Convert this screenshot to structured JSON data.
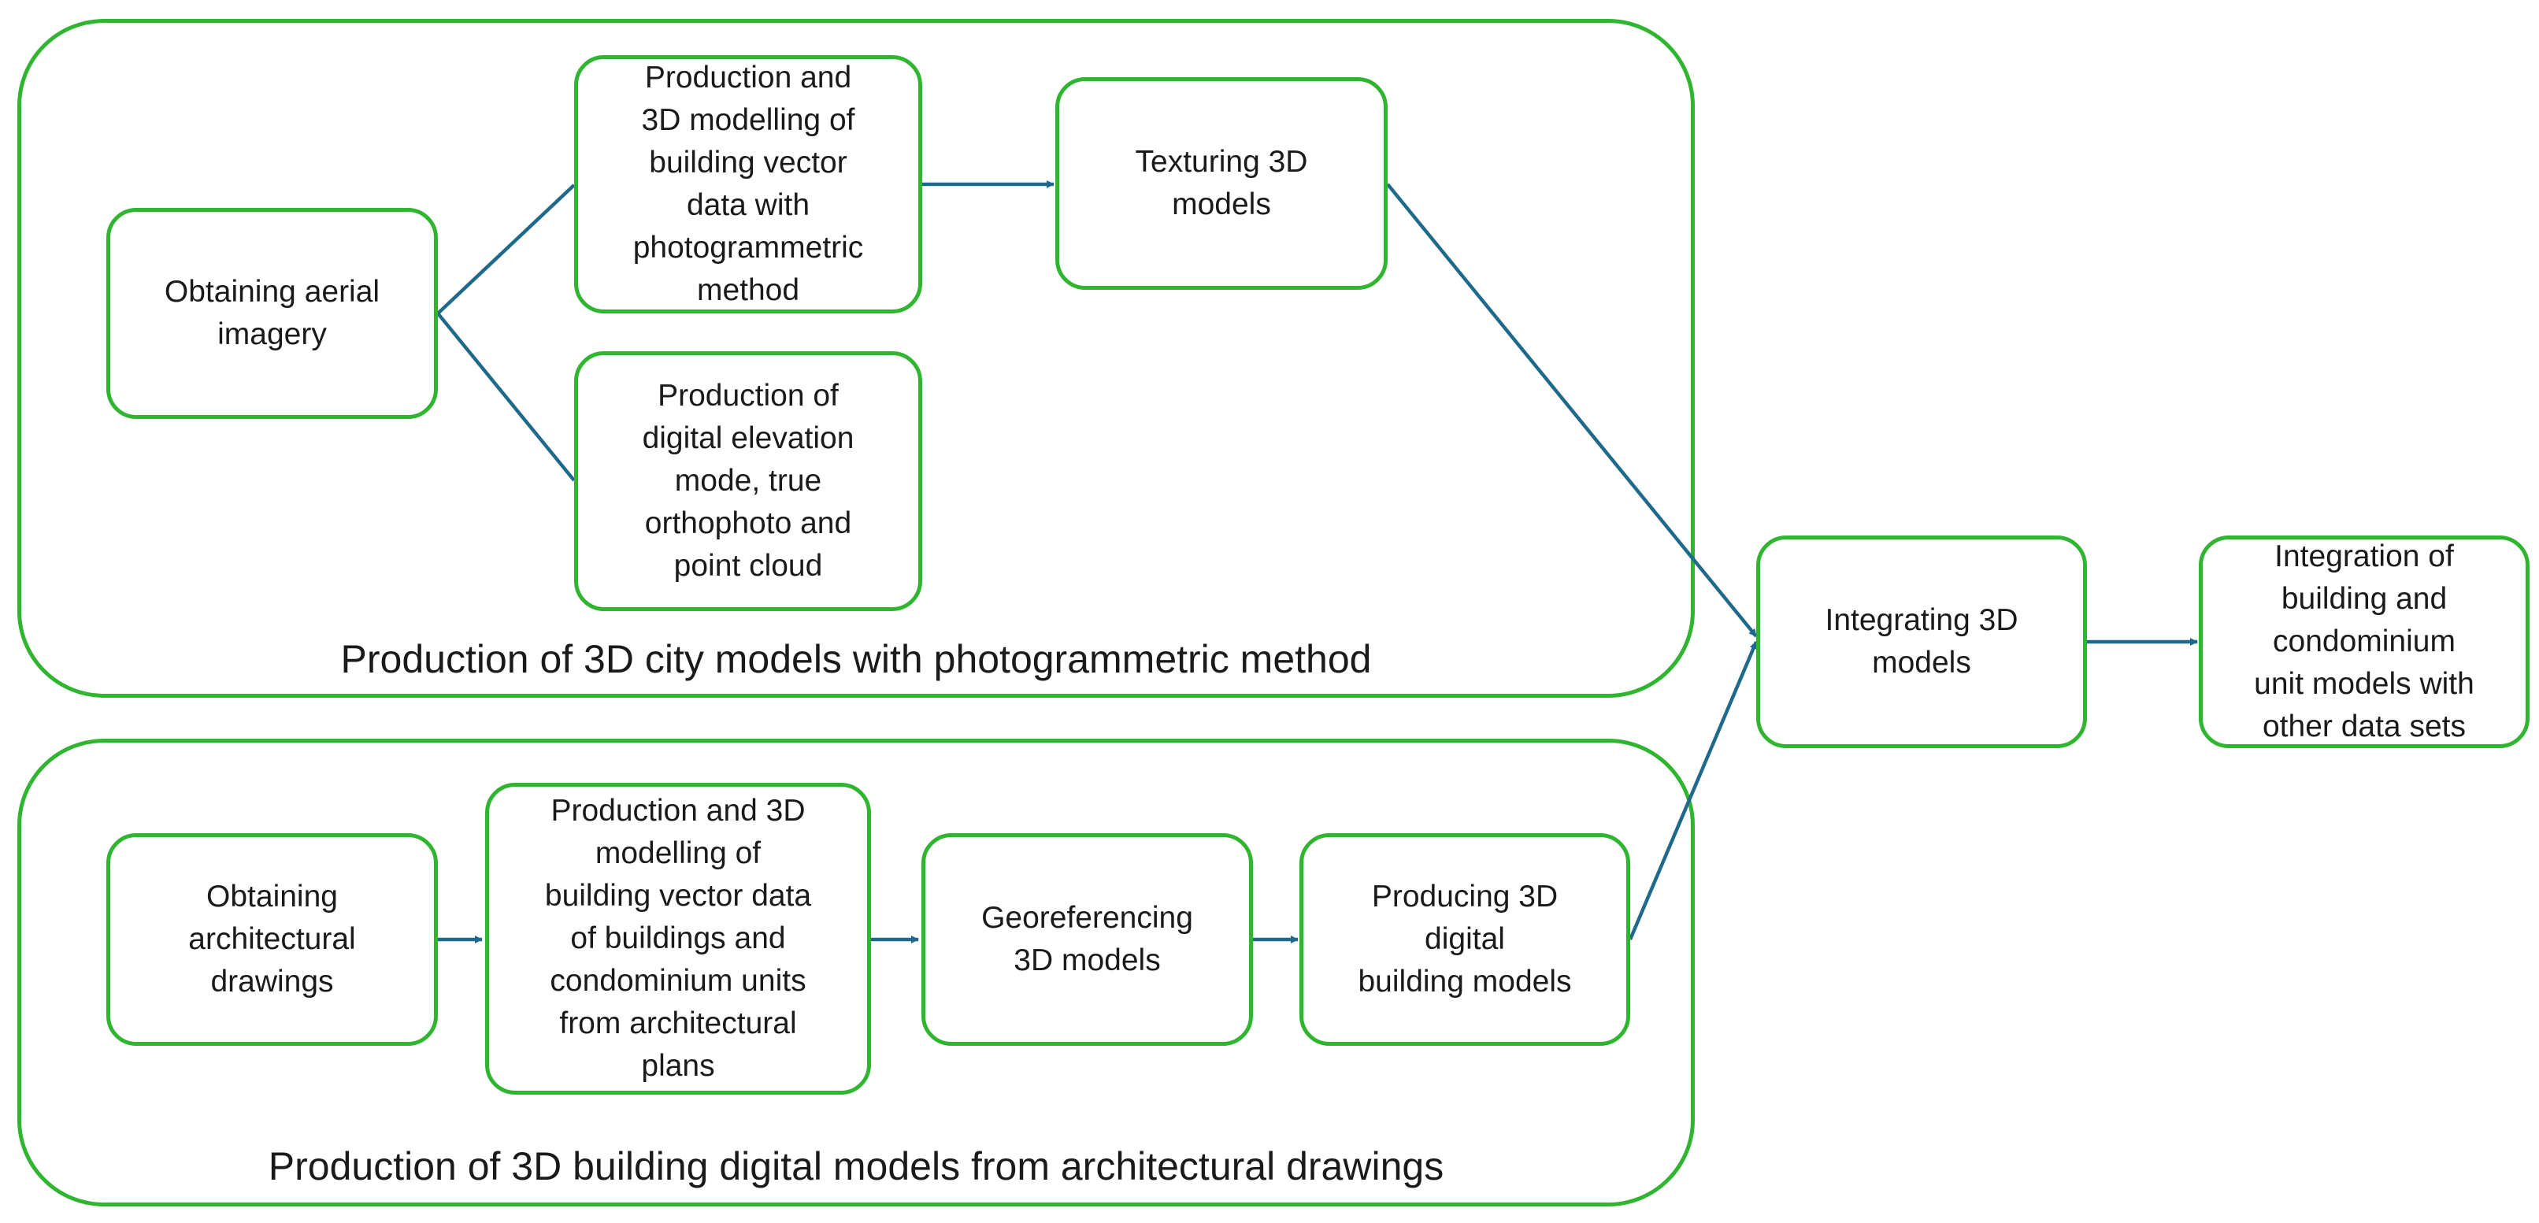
{
  "groups": {
    "photogrammetric": {
      "caption": "Production of 3D city models with photogrammetric method"
    },
    "architectural": {
      "caption": "Production of 3D building digital models from architectural drawings"
    }
  },
  "nodes": {
    "obtaining_aerial_imagery": "Obtaining  aerial\nimagery",
    "production_3d_modelling_photogrammetric": "Production and\n3D modelling  of\nbuilding vector\ndata with\nphotogrammetric\nmethod",
    "texturing_3d_models": "Texturing 3D\nmodels",
    "production_dem_orthophoto": "Production of\ndigital elevation\nmode, true\northophoto and\npoint cloud",
    "obtaining_architectural_drawings": "Obtaining\narchitectural\ndrawings",
    "production_3d_modelling_architectural": "Production and 3D\nmodelling of\nbuilding vector data\nof buildings and\ncondominium units\nfrom architectural\nplans",
    "georeferencing_3d_models": "Georeferencing\n3D models",
    "producing_3d_digital_building_models": "Producing 3D\ndigital\nbuilding models",
    "integrating_3d_models": "Integrating 3D\nmodels",
    "integration_with_other_data_sets": "Integration of\nbuilding and\ncondominium\nunit models with\nother data sets"
  },
  "colors": {
    "box_border": "#2fb52f",
    "edge": "#1f6a8a"
  }
}
